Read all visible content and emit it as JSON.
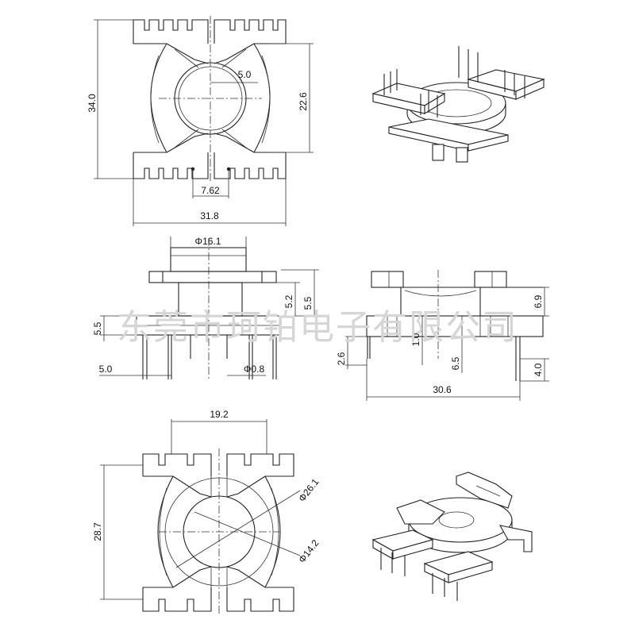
{
  "watermark": "东莞市珂铂电子有限公司",
  "top_view": {
    "height": "34.0",
    "inner_height": "22.6",
    "core_offset": "5.0",
    "pin_pitch": "7.62",
    "width": "31.8"
  },
  "front_view": {
    "diameter": "Φ16.1",
    "height_upper": "5.2",
    "height_total": "5.5",
    "flange_height": "5.5",
    "pin_spacing": "5.0",
    "pin_diameter": "Φ0.8"
  },
  "side_view": {
    "height": "6.9",
    "core_height": "1.0",
    "pin_offset": "2.6",
    "pin_length": "6.5",
    "pin_drop": "4.0",
    "width": "30.6"
  },
  "bottom_view": {
    "width": "19.2",
    "height": "28.7",
    "outer_diameter": "Φ26.1",
    "inner_diameter": "Φ14.2"
  }
}
